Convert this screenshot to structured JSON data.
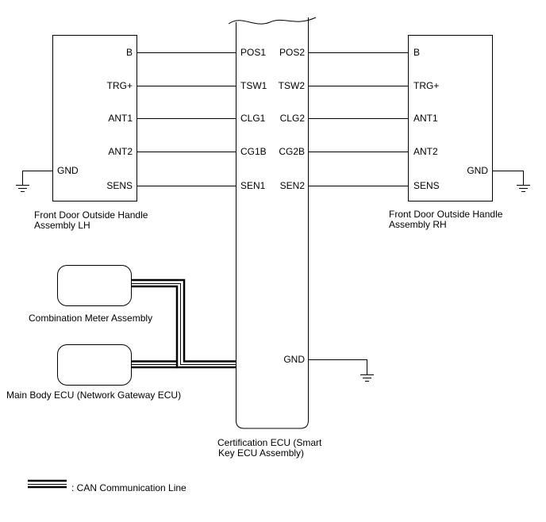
{
  "lh": {
    "caption_l1": "Front Door Outside Handle",
    "caption_l2": "Assembly LH",
    "pins": [
      "B",
      "TRG+",
      "ANT1",
      "ANT2",
      "SENS"
    ],
    "gnd": "GND"
  },
  "rh": {
    "caption_l1": "Front Door Outside Handle",
    "caption_l2": "Assembly RH",
    "pins": [
      "B",
      "TRG+",
      "ANT1",
      "ANT2",
      "SENS"
    ],
    "gnd": "GND"
  },
  "ecu": {
    "caption_l1": "Certification ECU (Smart",
    "caption_l2": "Key ECU Assembly)",
    "left_pins": [
      "POS1",
      "TSW1",
      "CLG1",
      "CG1B",
      "SEN1"
    ],
    "right_pins": [
      "POS2",
      "TSW2",
      "CLG2",
      "CG2B",
      "SEN2"
    ],
    "gnd": "GND"
  },
  "combination_meter": {
    "caption": "Combination Meter Assembly"
  },
  "main_body_ecu": {
    "caption": "Main Body ECU (Network Gateway ECU)"
  },
  "legend": {
    "label": ": CAN Communication Line"
  }
}
